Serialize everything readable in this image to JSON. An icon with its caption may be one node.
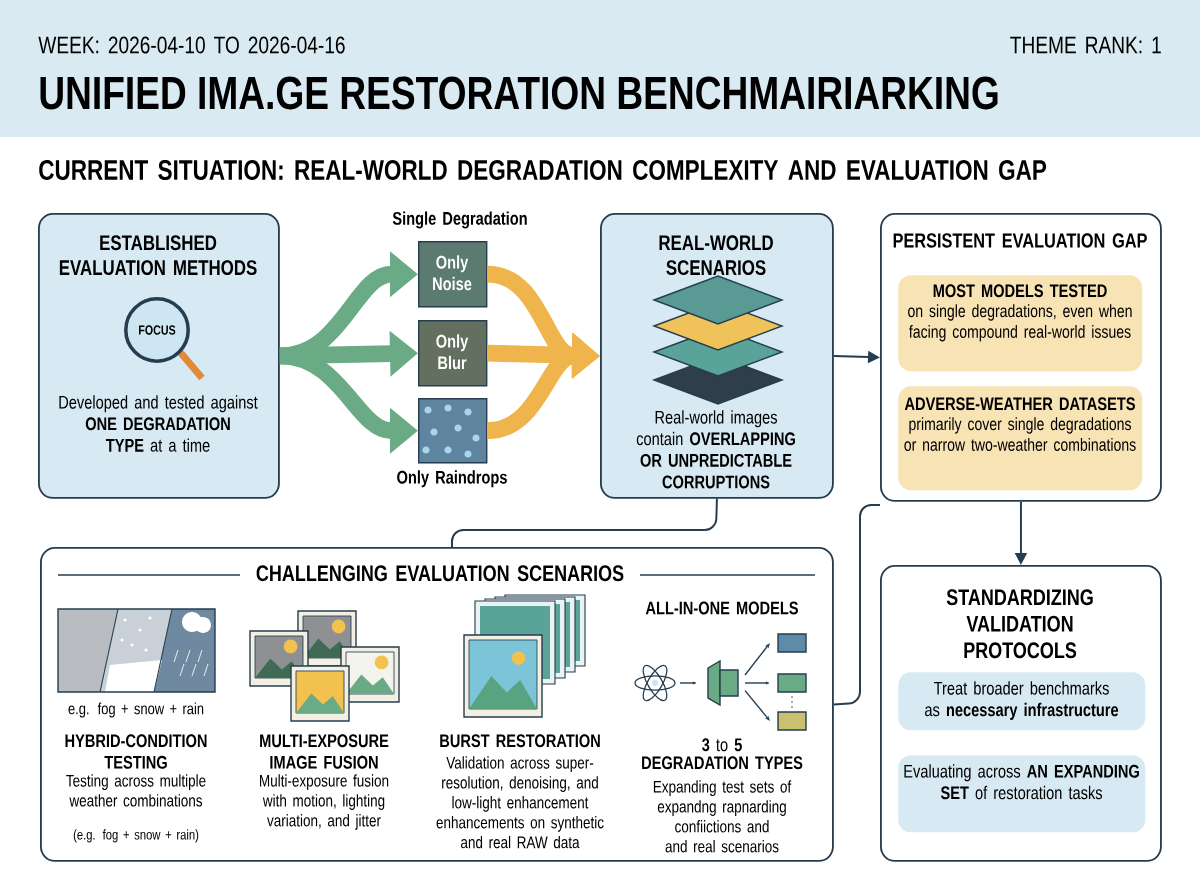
{
  "diagram": {
    "title": "UNIFIED IMA.GE RESTORATION BENCHMAIRIARKING",
    "nodes": [
      {
        "text": [
          "ESTABLISHED EVALUATION METHODS",
          "Developed and tested against **ONE DEGRADATION TYPE** at a time"
        ]
      },
      {
        "text": [
          "Only Noise"
        ]
      },
      {
        "text": [
          "Only Blur"
        ]
      },
      {
        "text": [],
        "shape": "picture",
        "beside": [
          "Only Raindrops"
        ]
      },
      {
        "text": [
          "REAL-WORLD SCENARIOS",
          "Real-world images contain **OVERLAPPING OR UNPREDICTABLE CORRUPTIONS**"
        ]
      },
      {
        "text": [
          "PERSISTENT EVALUATION GAP"
        ]
      },
      {
        "text": [
          "MOST MODELS TESTED",
          "on single degradations, even when facing compound real-world issues"
        ],
        "in": 5
      },
      {
        "text": [
          "ADVERSE-WEATHER DATASETS",
          "primarily cover single degradations or narrow two-weather combinations"
        ],
        "in": 5
      },
      {
        "text": [
          "CHALLENGING EVALUATION SCENARIOS"
        ]
      },
      {
        "text": [
          "STANDARDIZING VALIDATION PROTOCOLS"
        ]
      },
      {
        "text": [
          "Treat broader benchmarks as **necessary infrastructure**"
        ],
        "in": 9
      },
      {
        "text": [
          "Evaluating across **AN EXPANDING SET** of restoration tasks"
        ],
        "in": 9
      }
    ],
    "edges": [
      {
        "from": 0,
        "to": 1,
        "arrow": "to",
        "color": "#6aaa84"
      },
      {
        "from": 0,
        "to": 2,
        "arrow": "to",
        "color": "#6aaa84"
      },
      {
        "from": 0,
        "to": 3,
        "arrow": "to",
        "color": "#6aaa84"
      },
      {
        "from": 1,
        "to": 4,
        "arrow": "to",
        "color": "#f0b44c"
      },
      {
        "from": 2,
        "to": 4,
        "arrow": "to",
        "color": "#f0b44c"
      },
      {
        "from": 3,
        "to": 4,
        "arrow": "to",
        "color": "#f0b44c"
      },
      {
        "from": 4,
        "to": 5,
        "arrow": "to"
      },
      {
        "from": 4,
        "to": 8,
        "arrow": "none"
      },
      {
        "from": 8,
        "to": 5,
        "arrow": "none"
      },
      {
        "from": 5,
        "to": 9,
        "arrow": "to"
      }
    ],
    "labels": [
      "WEEK: 2026-04-10 TO 2026-04-16",
      "THEME RANK: 1",
      "CURRENT SITUATION: REAL-WORLD DEGRADATION COMPLEXITY AND EVALUATION GAP",
      "Single Degradation",
      "FOCUS",
      "e.g. fog + snow + rain",
      "HYBRID-CONDITION TESTING",
      "Testing across multiple weather combinations",
      "(e.g. fog + snow + rain)",
      "MULTI-EXPOSURE IMAGE FUSION",
      "Multi-exposure fusion with motion, lighting variation, and jitter",
      "BURST RESTORATION",
      "Validation across super-resolution, denoising, and low-light enhancement enhancements on synthetic and real RAW data",
      "ALL-IN-ONE MODELS",
      "**3** to **5**",
      "DEGRADATION TYPES",
      "Expanding test sets of expandng rapnarding confiictions and and real scenarios"
    ]
  }
}
